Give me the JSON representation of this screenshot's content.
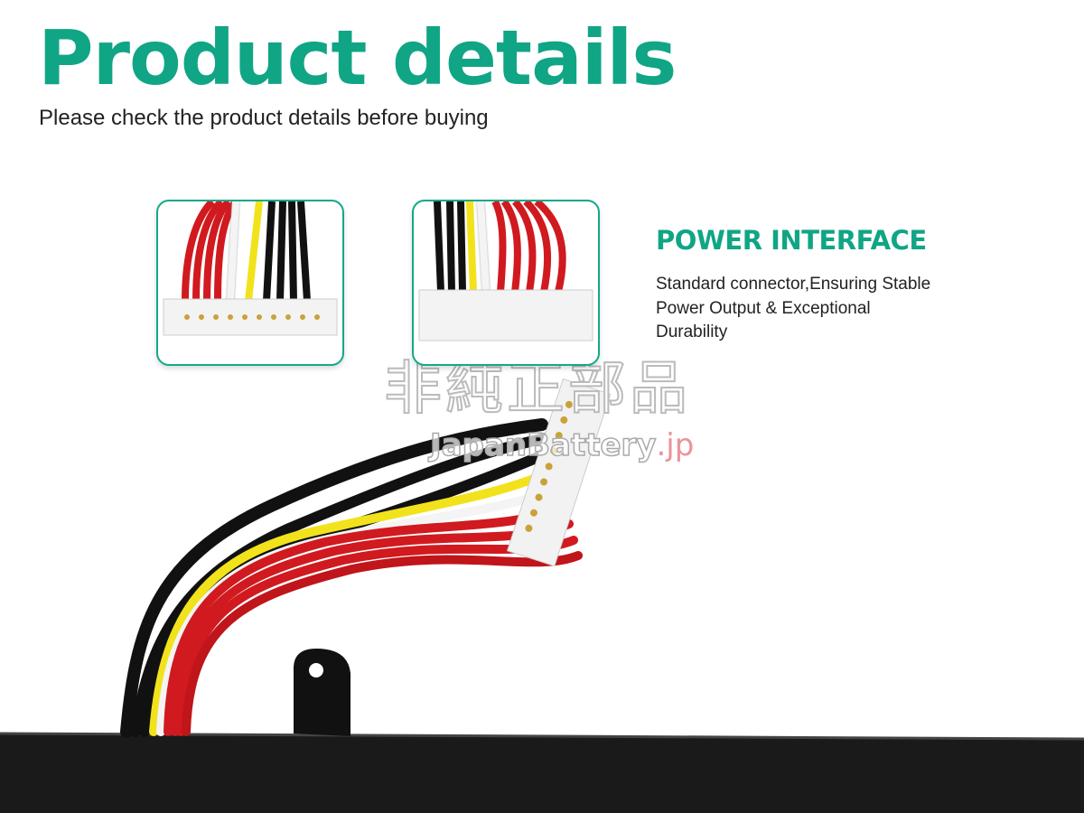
{
  "header": {
    "title": "Product details",
    "subtitle": "Please check the product details before buying"
  },
  "feature": {
    "title": "POWER INTERFACE",
    "description": "Standard connector,Ensuring Stable Power Output & Exceptional Durability"
  },
  "watermark": {
    "japanese": "非純正部品",
    "brand": "JapanBattery",
    "tld": ".jp"
  },
  "colors": {
    "accent": "#10a585",
    "wire_red": "#d01a1f",
    "wire_yellow": "#f2e21c",
    "wire_black": "#111111"
  }
}
